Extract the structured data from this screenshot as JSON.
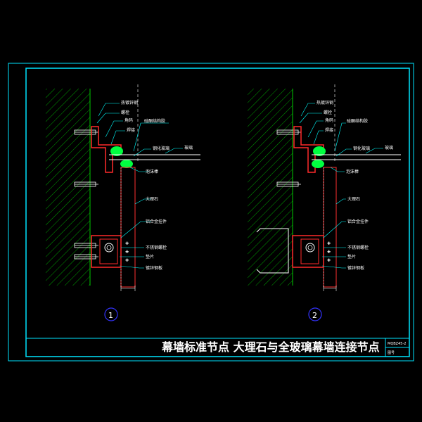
{
  "colors": {
    "frame": "#00e5ff",
    "wall_hatch": "#00c800",
    "steel": "#ff2a2a",
    "glass_line": "#ffffff",
    "leader": "#00ffff",
    "sealant": "#00ff40",
    "circle": "#3333ff",
    "stone": "#ff3030"
  },
  "title": {
    "main": "幕墙标准节点 大理石与全玻璃幕墙连接节点",
    "drawing_no": "MQBZ45-2",
    "sheet": "图号"
  },
  "details": [
    {
      "number": "1",
      "labels": {
        "steel_beam": "热镀锌钢",
        "bolt": "螺栓",
        "angle": "角码",
        "weld": "焊接",
        "sealant_top": "硅酮结构胶",
        "glass": "玻璃",
        "glass_thick": "钢化玻璃",
        "foam": "泡沫棒",
        "marble": "大理石",
        "pendant": "铝合金挂件",
        "stainless": "不锈钢螺栓",
        "gasket": "垫片",
        "backing": "镀锌钢板"
      }
    },
    {
      "number": "2",
      "labels": {
        "steel_beam": "热镀锌钢",
        "bolt": "螺栓",
        "angle": "角码",
        "weld": "焊接",
        "sealant_top": "硅酮结构胶",
        "glass": "玻璃",
        "glass_thick": "钢化玻璃",
        "foam": "泡沫棒",
        "marble": "大理石",
        "pendant": "铝合金挂件",
        "stainless": "不锈钢螺栓",
        "gasket": "垫片",
        "backing": "镀锌钢板"
      }
    }
  ]
}
